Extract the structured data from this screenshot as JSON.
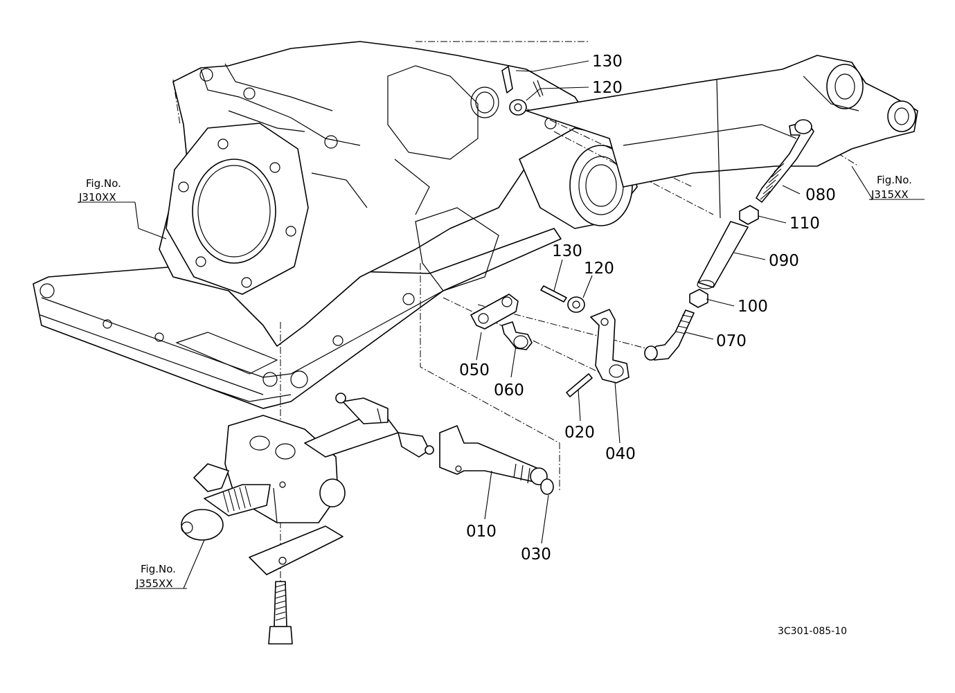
{
  "callouts": {
    "c130a": "130",
    "c120a": "120",
    "c080": "080",
    "c110": "110",
    "c090": "090",
    "c130b": "130",
    "c120b": "120",
    "c100": "100",
    "c070": "070",
    "c050": "050",
    "c060": "060",
    "c020": "020",
    "c040": "040",
    "c010": "010",
    "c030": "030"
  },
  "figure_refs": {
    "j310": {
      "line1": "Fig.No.",
      "line2": "J310XX"
    },
    "j315": {
      "line1": "Fig.No.",
      "line2": "J315XX"
    },
    "j355": {
      "line1": "Fig.No.",
      "line2": "J355XX"
    }
  },
  "drawing_number": "3C301-085-10"
}
